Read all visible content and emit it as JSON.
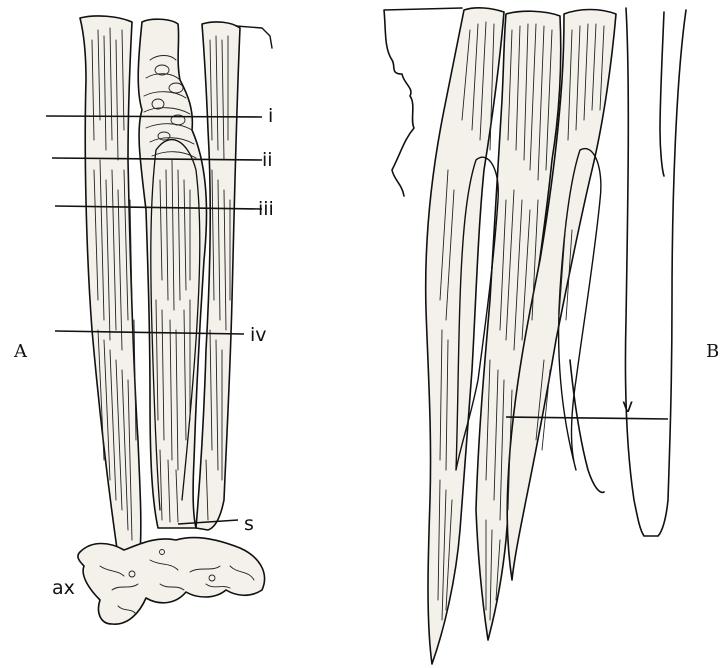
{
  "panels": {
    "a": "A",
    "b": "B"
  },
  "labels": {
    "i": "i",
    "ii": "ii",
    "iii": "iii",
    "iv": "iv",
    "v": "v",
    "s": "s",
    "ax": "ax"
  },
  "colors": {
    "ink": "#111111",
    "paper": "#ffffff"
  }
}
